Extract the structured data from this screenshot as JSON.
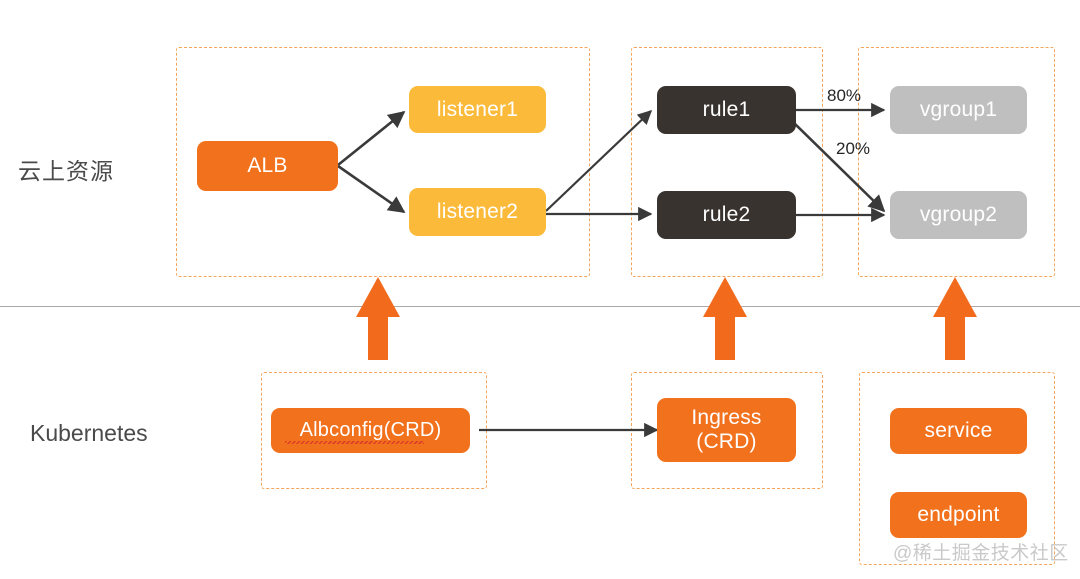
{
  "diagram": {
    "title": "ALB Ingress architecture: cloud resources mapped to Kubernetes objects",
    "watermark": "@稀土掘金技术社区",
    "colors": {
      "orange_primary": "#F2711C",
      "orange_amber": "#FBBA3A",
      "dark_node": "#39332F",
      "grey_node": "#BFBFBF",
      "zone_border": "#F5A55B",
      "divider": "#A9A9A9",
      "arrow": "#3A3A3A",
      "up_arrow": "#F26B1D",
      "watermark": "#C9C9C9"
    }
  },
  "rows": {
    "cloud_label": "云上资源",
    "k8s_label": "Kubernetes"
  },
  "cloud": {
    "zones": [
      {
        "name": "alb-listener-zone"
      },
      {
        "name": "rule-zone"
      },
      {
        "name": "vgroup-zone"
      }
    ],
    "nodes": {
      "alb": "ALB",
      "listener1": "listener1",
      "listener2": "listener2",
      "rule1": "rule1",
      "rule2": "rule2",
      "vgroup1": "vgroup1",
      "vgroup2": "vgroup2"
    },
    "weights": {
      "rule1_to_vgroup1": "80%",
      "rule1_to_vgroup2": "20%"
    }
  },
  "kubernetes": {
    "zones": [
      {
        "name": "albconfig-zone"
      },
      {
        "name": "ingress-zone"
      },
      {
        "name": "service-endpoint-zone"
      }
    ],
    "nodes": {
      "albconfig": "Albconfig(CRD)",
      "ingress_line1": "Ingress",
      "ingress_line2": "(CRD)",
      "service": "service",
      "endpoint": "endpoint"
    }
  },
  "chart_data": {
    "type": "diagram",
    "title": "ALB Ingress architecture",
    "nodes": [
      {
        "id": "alb",
        "label": "ALB",
        "layer": "cloud",
        "color": "#F2711C"
      },
      {
        "id": "listener1",
        "label": "listener1",
        "layer": "cloud",
        "color": "#FBBA3A"
      },
      {
        "id": "listener2",
        "label": "listener2",
        "layer": "cloud",
        "color": "#FBBA3A"
      },
      {
        "id": "rule1",
        "label": "rule1",
        "layer": "cloud",
        "color": "#39332F"
      },
      {
        "id": "rule2",
        "label": "rule2",
        "layer": "cloud",
        "color": "#39332F"
      },
      {
        "id": "vgroup1",
        "label": "vgroup1",
        "layer": "cloud",
        "color": "#BFBFBF"
      },
      {
        "id": "vgroup2",
        "label": "vgroup2",
        "layer": "cloud",
        "color": "#BFBFBF"
      },
      {
        "id": "albconfig",
        "label": "Albconfig(CRD)",
        "layer": "kubernetes",
        "color": "#F2711C"
      },
      {
        "id": "ingress",
        "label": "Ingress (CRD)",
        "layer": "kubernetes",
        "color": "#F2711C"
      },
      {
        "id": "service",
        "label": "service",
        "layer": "kubernetes",
        "color": "#F2711C"
      },
      {
        "id": "endpoint",
        "label": "endpoint",
        "layer": "kubernetes",
        "color": "#F2711C"
      }
    ],
    "edges": [
      {
        "from": "alb",
        "to": "listener1",
        "label": ""
      },
      {
        "from": "alb",
        "to": "listener2",
        "label": ""
      },
      {
        "from": "listener2",
        "to": "rule1",
        "label": ""
      },
      {
        "from": "listener2",
        "to": "rule2",
        "label": ""
      },
      {
        "from": "rule1",
        "to": "vgroup1",
        "label": "80%"
      },
      {
        "from": "rule1",
        "to": "vgroup2",
        "label": "20%"
      },
      {
        "from": "rule2",
        "to": "vgroup2",
        "label": ""
      },
      {
        "from": "albconfig",
        "to": "ingress",
        "label": ""
      },
      {
        "from": "albconfig",
        "to": "alb",
        "label": "maps-up"
      },
      {
        "from": "ingress",
        "to": "rule1",
        "label": "maps-up"
      },
      {
        "from": "service",
        "to": "vgroup1",
        "label": "maps-up"
      }
    ]
  }
}
